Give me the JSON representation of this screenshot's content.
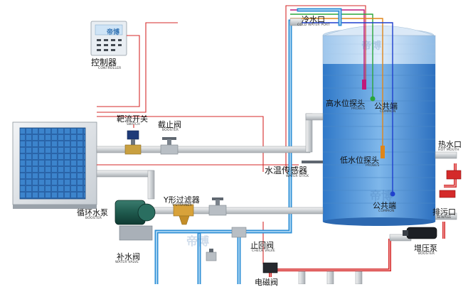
{
  "labels": {
    "controller": {
      "cn": "控制器",
      "en": "CONTROLLER"
    },
    "flow_switch": {
      "cn": "靶流开关",
      "en": "SWITCH"
    },
    "stop_valve": {
      "cn": "截止阀",
      "en": "BOOSTER"
    },
    "cold_water_port": {
      "cn": "冷水口",
      "en": "COLD WATER PORT"
    },
    "high_probe": {
      "cn": "高水位探头",
      "en": "PROBES"
    },
    "common_top": {
      "cn": "公共端",
      "en": "COMMON"
    },
    "low_probe": {
      "cn": "低水位探头",
      "en": "PROBES"
    },
    "temp_sensor": {
      "cn": "水温传感器",
      "en": "WATER STICK"
    },
    "hot_water_port": {
      "cn": "热水口",
      "en": "HOT MOUTH"
    },
    "common_bottom": {
      "cn": "公共端",
      "en": "COMMON"
    },
    "y_strainer": {
      "cn": "Y形过滤器",
      "en": "Y-STRAINER"
    },
    "circulation_pump": {
      "cn": "循环水泵",
      "en": "BOOSTER"
    },
    "drain_port": {
      "cn": "排污口",
      "en": "SEWAGE"
    },
    "makeup_valve": {
      "cn": "补水阀",
      "en": "WATER VALVE"
    },
    "check_valve": {
      "cn": "止回阀",
      "en": "CHECK VALVE"
    },
    "booster_pump": {
      "cn": "增压泵",
      "en": "BOOSTER"
    },
    "solenoid_valve": {
      "cn": "电磁阀",
      "en": ""
    }
  },
  "watermark": "帝博",
  "colors": {
    "pipe_blue": "#2e8fd6",
    "pipe_red": "#d42a2a",
    "probe_magenta": "#c0187a",
    "probe_green": "#2aa53a",
    "probe_orange": "#e0861a",
    "probe_blue": "#1f3fcf",
    "tank_water": "#5a9fe0",
    "unit_grille": "#2e6fb0"
  }
}
